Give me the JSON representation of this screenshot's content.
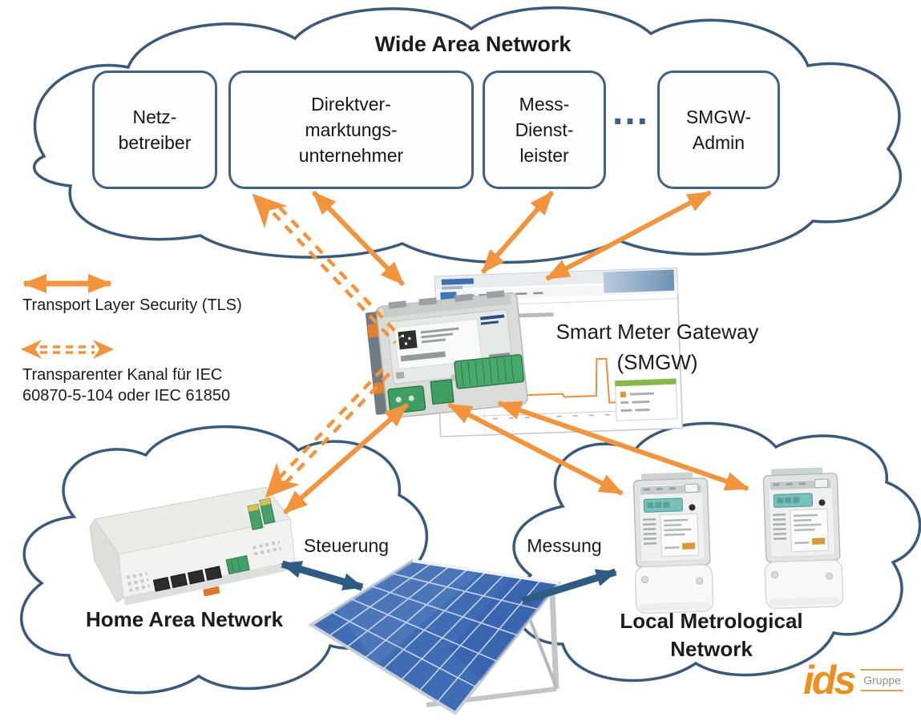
{
  "wan": {
    "title": "Wide Area Network",
    "actors": [
      {
        "label": "Netz-\nbetreiber"
      },
      {
        "label": "Direktver-\nmarktungs-\nunternehmer"
      },
      {
        "label": "Mess-\nDienst-\nleister"
      },
      {
        "label": "SMGW-\nAdmin"
      }
    ],
    "ellipsis": "..."
  },
  "legend": {
    "tls": "Transport  Layer Security (TLS)",
    "transparent": "Transparenter Kanal für IEC\n60870-5-104 oder IEC 61850"
  },
  "gateway": {
    "label": "Smart Meter Gateway\n(SMGW)"
  },
  "han": {
    "title": "Home Area Network",
    "steuerung": "Steuerung"
  },
  "lmn": {
    "title": "Local Metrological\nNetwork",
    "messung": "Messung"
  },
  "logo": {
    "brand": "ids",
    "suffix": "Gruppe"
  },
  "colors": {
    "orange": "#F2943E",
    "cloud_stroke": "#3A5A7C",
    "blue_arrow": "#2F5B82"
  }
}
